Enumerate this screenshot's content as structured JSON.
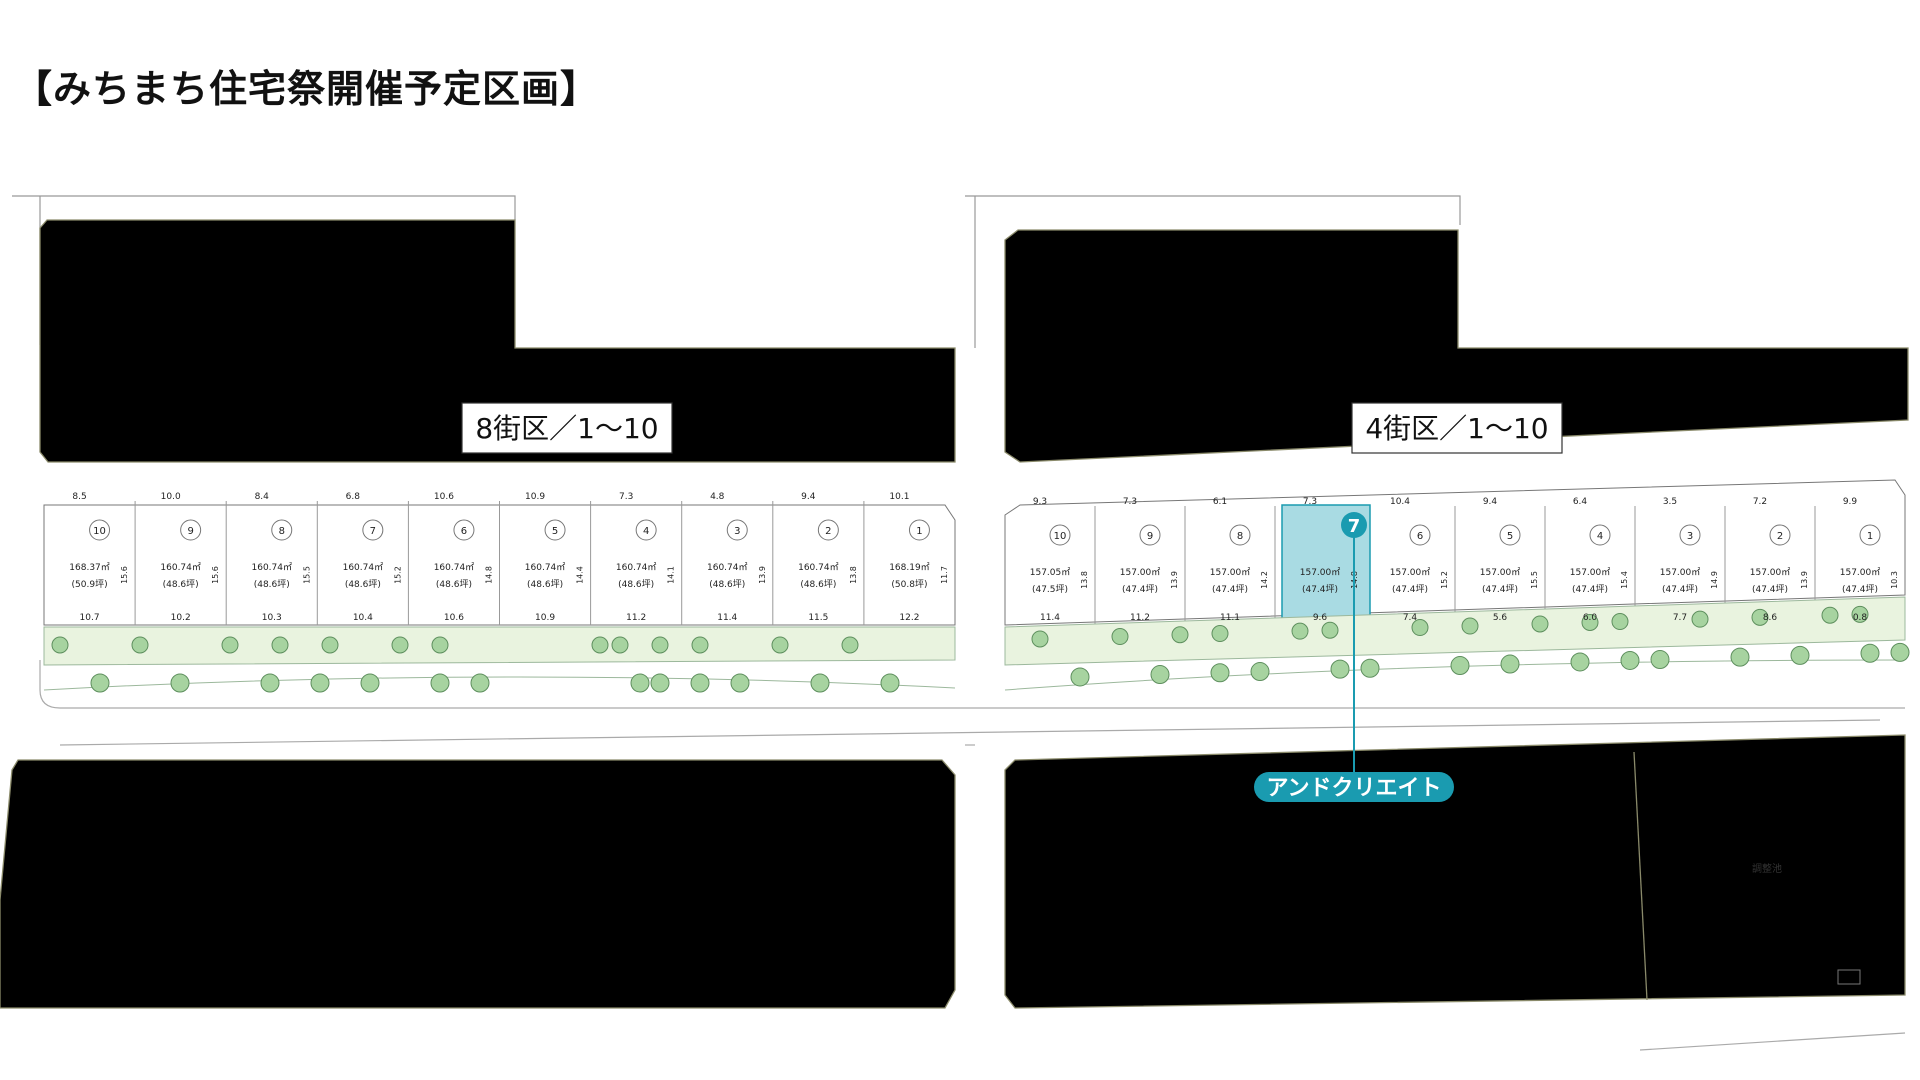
{
  "page_title": "【みちまち住宅祭開催予定区画】",
  "blocks": [
    {
      "label": "8街区／1〜10",
      "lots": [
        {
          "no": "10",
          "area": "168.37㎡",
          "tsubo": "(50.9坪)",
          "top_dim": "8.5",
          "bottom_dim": "10.7",
          "side_dim": "15.6"
        },
        {
          "no": "9",
          "area": "160.74㎡",
          "tsubo": "(48.6坪)",
          "top_dim": "10.0",
          "bottom_dim": "10.2",
          "side_dim": "15.6"
        },
        {
          "no": "8",
          "area": "160.74㎡",
          "tsubo": "(48.6坪)",
          "top_dim": "8.4",
          "bottom_dim": "10.3",
          "side_dim": "15.5"
        },
        {
          "no": "7",
          "area": "160.74㎡",
          "tsubo": "(48.6坪)",
          "top_dim": "6.8",
          "bottom_dim": "10.4",
          "side_dim": "15.2"
        },
        {
          "no": "6",
          "area": "160.74㎡",
          "tsubo": "(48.6坪)",
          "top_dim": "10.6",
          "bottom_dim": "10.6",
          "side_dim": "14.8"
        },
        {
          "no": "5",
          "area": "160.74㎡",
          "tsubo": "(48.6坪)",
          "top_dim": "10.9",
          "bottom_dim": "10.9",
          "side_dim": "14.4"
        },
        {
          "no": "4",
          "area": "160.74㎡",
          "tsubo": "(48.6坪)",
          "top_dim": "7.3",
          "bottom_dim": "11.2",
          "side_dim": "14.1"
        },
        {
          "no": "3",
          "area": "160.74㎡",
          "tsubo": "(48.6坪)",
          "top_dim": "4.8",
          "bottom_dim": "11.4",
          "side_dim": "13.9"
        },
        {
          "no": "2",
          "area": "160.74㎡",
          "tsubo": "(48.6坪)",
          "top_dim": "9.4",
          "bottom_dim": "11.5",
          "side_dim": "13.8"
        },
        {
          "no": "1",
          "area": "168.19㎡",
          "tsubo": "(50.8坪)",
          "top_dim": "10.1",
          "bottom_dim": "12.2",
          "side_dim": "11.7"
        }
      ]
    },
    {
      "label": "4街区／1〜10",
      "lots": [
        {
          "no": "10",
          "area": "157.05㎡",
          "tsubo": "(47.5坪)",
          "top_dim": "9.3",
          "bottom_dim": "11.4",
          "side_dim": "13.8"
        },
        {
          "no": "9",
          "area": "157.00㎡",
          "tsubo": "(47.4坪)",
          "top_dim": "7.3",
          "bottom_dim": "11.2",
          "side_dim": "13.9"
        },
        {
          "no": "8",
          "area": "157.00㎡",
          "tsubo": "(47.4坪)",
          "top_dim": "6.1",
          "bottom_dim": "11.1",
          "side_dim": "14.2"
        },
        {
          "no": "7",
          "area": "157.00㎡",
          "tsubo": "(47.4坪)",
          "top_dim": "7.3",
          "bottom_dim": "9.6",
          "side_dim": "14.8"
        },
        {
          "no": "6",
          "area": "157.00㎡",
          "tsubo": "(47.4坪)",
          "top_dim": "10.4",
          "bottom_dim": "7.4",
          "side_dim": "15.2"
        },
        {
          "no": "5",
          "area": "157.00㎡",
          "tsubo": "(47.4坪)",
          "top_dim": "9.4",
          "bottom_dim": "5.6",
          "side_dim": "15.5"
        },
        {
          "no": "4",
          "area": "157.00㎡",
          "tsubo": "(47.4坪)",
          "top_dim": "6.4",
          "bottom_dim": "6.0",
          "side_dim": "15.4"
        },
        {
          "no": "3",
          "area": "157.00㎡",
          "tsubo": "(47.4坪)",
          "top_dim": "3.5",
          "bottom_dim": "7.7",
          "side_dim": "14.9"
        },
        {
          "no": "2",
          "area": "157.00㎡",
          "tsubo": "(47.4坪)",
          "top_dim": "7.2",
          "bottom_dim": "8.6",
          "side_dim": "13.9"
        },
        {
          "no": "1",
          "area": "157.00㎡",
          "tsubo": "(47.4坪)",
          "top_dim": "9.9",
          "bottom_dim": "0.8",
          "side_dim": "10.3"
        }
      ]
    }
  ],
  "highlight": {
    "lot_no": "7",
    "company": "アンドクリエイト"
  },
  "pond_label": "調整池",
  "colors": {
    "yellow": "#faf3a0",
    "lot_highlight": "#a9dbe3",
    "accent": "#1a9bb0",
    "green_strip": "#e9f3df",
    "tree": "#7fb87f"
  }
}
